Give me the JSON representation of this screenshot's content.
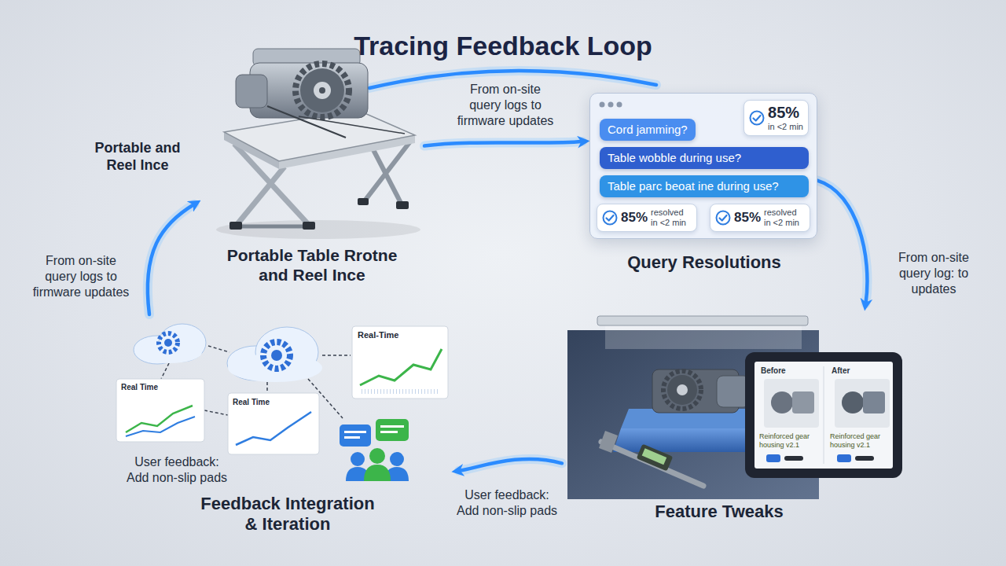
{
  "diagram": {
    "title": "Tracing Feedback Loop",
    "nodes": [
      {
        "text": [
          "Portable Table Rrotne and Reel Ince"
        ]
      },
      {
        "text": [
          "Query Resolutions"
        ]
      },
      {
        "text": [
          "Cord jamming?"
        ],
        "in": 1
      },
      {
        "text": [
          "85%",
          "in <2 min"
        ],
        "in": 1
      },
      {
        "text": [
          "Table wobble during use?"
        ],
        "in": 1
      },
      {
        "text": [
          "Table parc beoat ine during use?"
        ],
        "in": 1
      },
      {
        "text": [
          "85%",
          "resolved in <2 min"
        ],
        "in": 1
      },
      {
        "text": [
          "85%",
          "resolved in <2 min"
        ],
        "in": 1
      },
      {
        "text": [
          "Feature Tweaks"
        ]
      },
      {
        "text": [
          "Feedback Integration & Iteration"
        ]
      }
    ],
    "edges": [
      {
        "from": 0,
        "to": 1,
        "arrow": "to",
        "label": "From on-site query logs to firmware updates"
      },
      {
        "from": 1,
        "to": 8,
        "arrow": "to",
        "label": "From on-site query log: to updates"
      },
      {
        "from": 8,
        "to": 9,
        "arrow": "to",
        "label": "User feedback: Add non-slip pads"
      },
      {
        "from": 9,
        "to": 0,
        "arrow": "to",
        "label": "From on-site query logs to firmware updates"
      }
    ],
    "labels": [
      "Portable and Reel Ince",
      "Before",
      "After",
      "Reinforced gear housing v2.1",
      "Reinforced gear housing v2.1",
      "Real-Time",
      "Real Time",
      "Real Time",
      "User feedback: Add non-slip pads"
    ]
  }
}
